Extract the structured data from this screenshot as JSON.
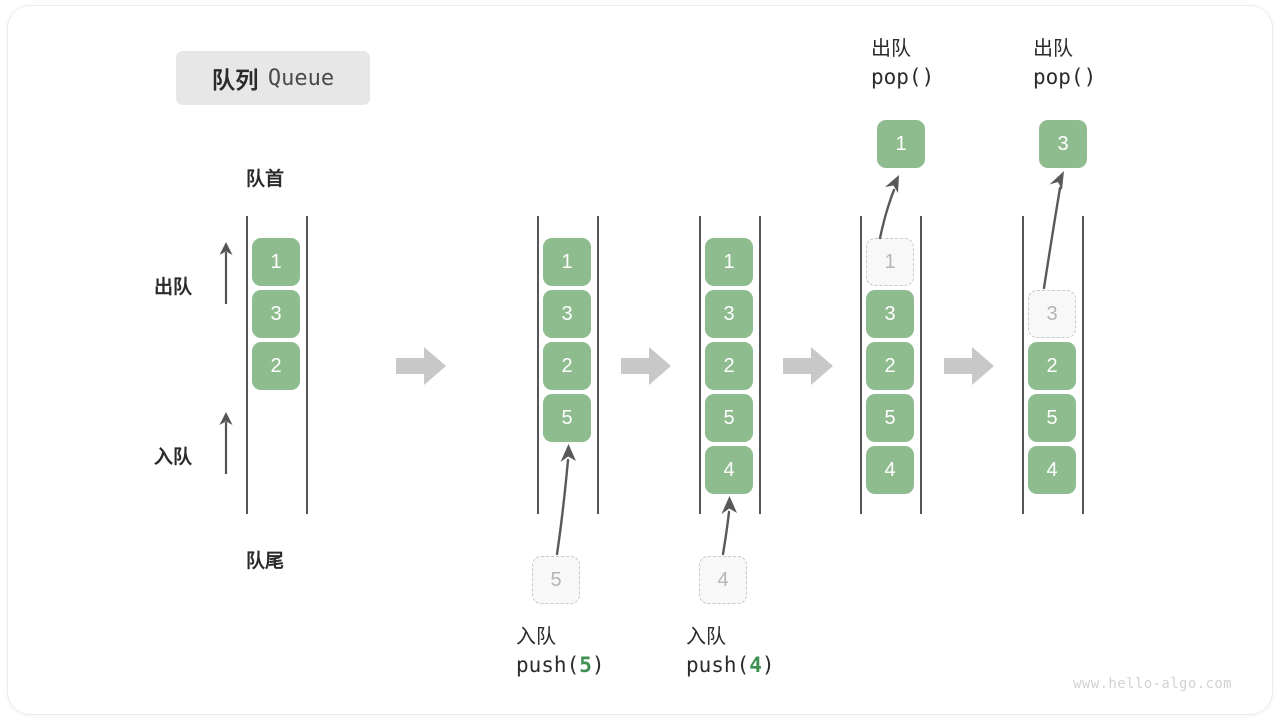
{
  "title": {
    "cn": "队列",
    "en": "Queue"
  },
  "labels": {
    "front": "队首",
    "back": "队尾",
    "dequeue": "出队",
    "enqueue": "入队"
  },
  "colors": {
    "element_green": "#8fbc8f",
    "ghost_fill": "#f8f8f8",
    "ghost_border": "#c9c9c9",
    "ghost_text": "#b5b5b5",
    "rail": "#555555",
    "step_arrow": "#c8c8c8",
    "text": "#2b2b2b",
    "badge_bg": "#e7e7e7",
    "code_arg": "#3f9152",
    "watermark": "#d2d2d2"
  },
  "stages": [
    {
      "name": "initial-queue",
      "items": [
        {
          "value": "1",
          "state": "filled"
        },
        {
          "value": "3",
          "state": "filled"
        },
        {
          "value": "2",
          "state": "filled"
        }
      ],
      "popped": null,
      "incoming": null,
      "caption_top": null,
      "caption_bottom": null
    },
    {
      "name": "after-push-5",
      "items": [
        {
          "value": "1",
          "state": "filled"
        },
        {
          "value": "3",
          "state": "filled"
        },
        {
          "value": "2",
          "state": "filled"
        },
        {
          "value": "5",
          "state": "filled"
        }
      ],
      "popped": null,
      "incoming": {
        "value": "5"
      },
      "caption_top": null,
      "caption_bottom": {
        "cn": "入队",
        "fn": "push(",
        "arg": "5",
        "close": ")"
      }
    },
    {
      "name": "after-push-4",
      "items": [
        {
          "value": "1",
          "state": "filled"
        },
        {
          "value": "3",
          "state": "filled"
        },
        {
          "value": "2",
          "state": "filled"
        },
        {
          "value": "5",
          "state": "filled"
        },
        {
          "value": "4",
          "state": "filled"
        }
      ],
      "popped": null,
      "incoming": {
        "value": "4"
      },
      "caption_top": null,
      "caption_bottom": {
        "cn": "入队",
        "fn": "push(",
        "arg": "4",
        "close": ")"
      }
    },
    {
      "name": "after-pop-1",
      "items": [
        {
          "value": "1",
          "state": "ghost"
        },
        {
          "value": "3",
          "state": "filled"
        },
        {
          "value": "2",
          "state": "filled"
        },
        {
          "value": "5",
          "state": "filled"
        },
        {
          "value": "4",
          "state": "filled"
        }
      ],
      "popped": {
        "value": "1"
      },
      "incoming": null,
      "caption_top": {
        "cn": "出队",
        "fn": "pop(",
        "arg": "",
        "close": ")"
      },
      "caption_bottom": null
    },
    {
      "name": "after-pop-3",
      "items": [
        {
          "value": "",
          "state": "empty"
        },
        {
          "value": "3",
          "state": "ghost"
        },
        {
          "value": "2",
          "state": "filled"
        },
        {
          "value": "5",
          "state": "filled"
        },
        {
          "value": "4",
          "state": "filled"
        }
      ],
      "popped": {
        "value": "3"
      },
      "incoming": null,
      "caption_top": {
        "cn": "出队",
        "fn": "pop(",
        "arg": "",
        "close": ")"
      },
      "caption_bottom": null
    }
  ],
  "watermark": "www.hello-algo.com"
}
